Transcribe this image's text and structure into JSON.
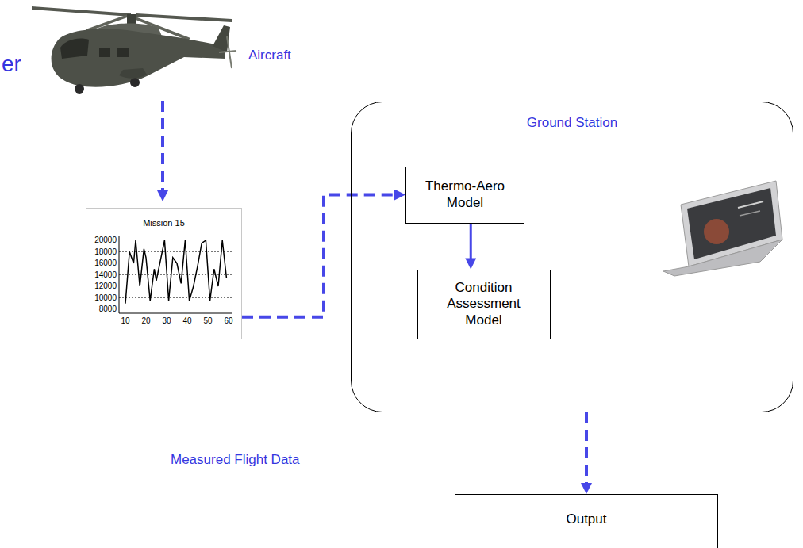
{
  "diagram": {
    "nodes": [
      {
        "text": [
          "Mission 15"
        ]
      },
      {
        "text": [
          "Ground Station"
        ]
      },
      {
        "text": [
          "Thermo-Aero Model"
        ],
        "in": 1
      },
      {
        "text": [
          "Condition Assessment Model"
        ],
        "in": 1
      },
      {
        "text": [
          "Output"
        ]
      }
    ],
    "edges": [
      {
        "from": 0,
        "to": 2,
        "arrow": "to"
      },
      {
        "from": 2,
        "to": 3,
        "arrow": "to"
      },
      {
        "from": 1,
        "to": 4,
        "arrow": "to"
      }
    ],
    "labels": [
      "er",
      "Aircraft",
      "20000",
      "18000",
      "16000",
      "14000",
      "12000",
      "10000",
      "8000",
      "10",
      "20",
      "30",
      "40",
      "50",
      "60",
      "Measured Flight Data"
    ]
  }
}
